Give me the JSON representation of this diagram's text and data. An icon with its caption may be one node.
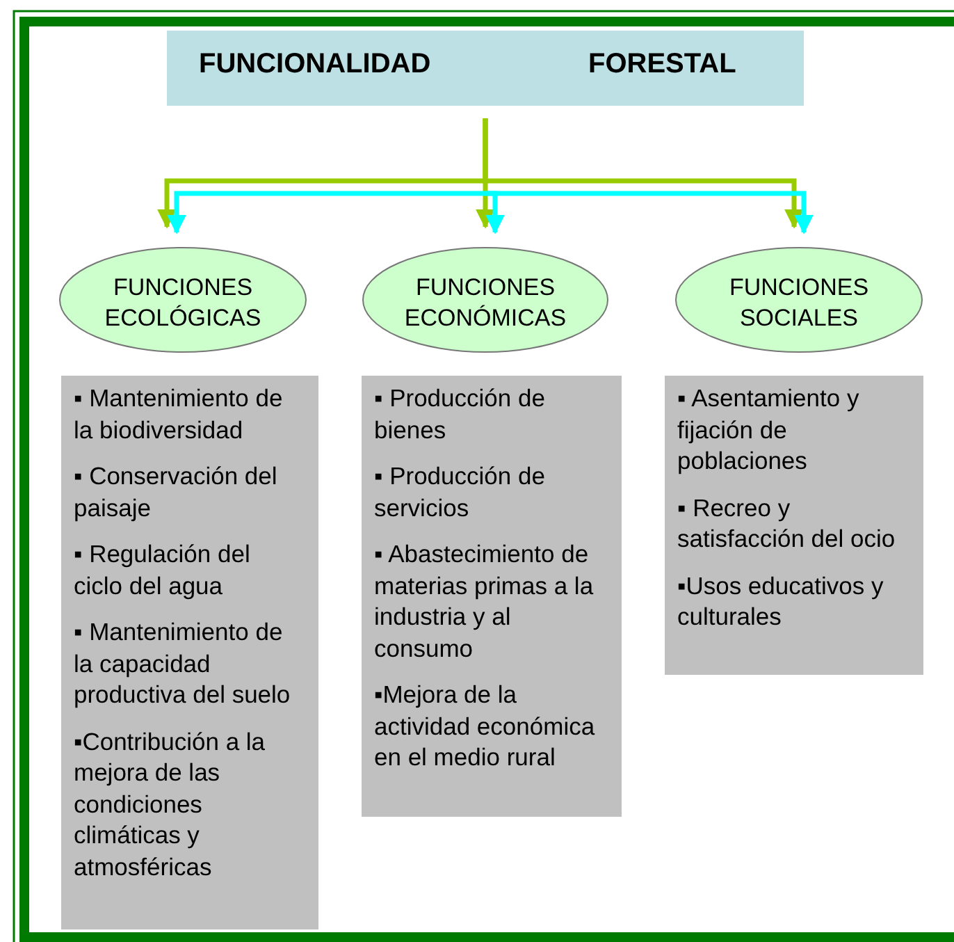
{
  "diagram": {
    "nodes": [
      {
        "text": [
          "FUNCIONALIDAD",
          "FORESTAL"
        ]
      },
      {
        "text": [
          "FUNCIONES ECOLÓGICAS"
        ]
      },
      {
        "text": [
          "FUNCIONES ECONÓMICAS"
        ]
      },
      {
        "text": [
          "FUNCIONES SOCIALES"
        ]
      },
      {
        "text": [
          "▪ Mantenimiento de la biodiversidad",
          "▪ Conservación del paisaje",
          "▪ Regulación del ciclo del agua",
          "▪ Mantenimiento de la capacidad productiva del suelo",
          "▪Contribución a la mejora de las condiciones climáticas y atmosféricas"
        ]
      },
      {
        "text": [
          "▪ Producción de bienes",
          "▪ Producción de servicios",
          "▪ Abastecimiento de materias primas a la industria y al consumo",
          "▪Mejora de la actividad económica en el medio rural"
        ]
      },
      {
        "text": [
          "▪ Asentamiento y fijación de poblaciones",
          "▪ Recreo y satisfacción del ocio",
          "▪Usos educativos y culturales"
        ]
      }
    ],
    "edges": [
      {
        "from": 0,
        "to": 1,
        "arrow": "to",
        "color": "#99cc00"
      },
      {
        "from": 0,
        "to": 2,
        "arrow": "to",
        "color": "#99cc00"
      },
      {
        "from": 0,
        "to": 3,
        "arrow": "to",
        "color": "#99cc00"
      },
      {
        "from": null,
        "to": 1,
        "arrow": "to",
        "color": "#00ffff"
      },
      {
        "from": null,
        "to": 2,
        "arrow": "to",
        "color": "#00ffff"
      },
      {
        "from": null,
        "to": 3,
        "arrow": "to",
        "color": "#00ffff"
      }
    ]
  }
}
